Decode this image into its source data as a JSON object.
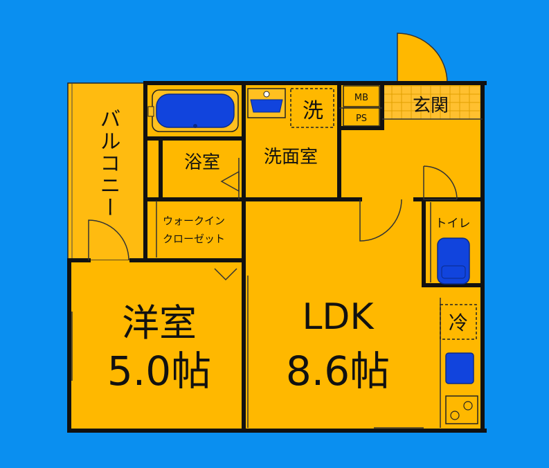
{
  "colors": {
    "background": "#0a8ff0",
    "floor": "#ffb800",
    "wall": "#111111",
    "fixture_blue": "#1144dd",
    "balcony": "#ffbb10"
  },
  "rooms": {
    "balcony": "バルコニー",
    "bath": "浴室",
    "washroom": "洗面室",
    "washer": "洗",
    "mb": "MB",
    "ps": "PS",
    "entrance": "玄関",
    "walkin_line1": "ウォークイン",
    "walkin_line2": "クローゼット",
    "toilet": "トイレ",
    "western_name": "洋室",
    "western_size": "5.0帖",
    "ldk_name": "LDK",
    "ldk_size": "8.6帖",
    "fridge": "冷"
  }
}
